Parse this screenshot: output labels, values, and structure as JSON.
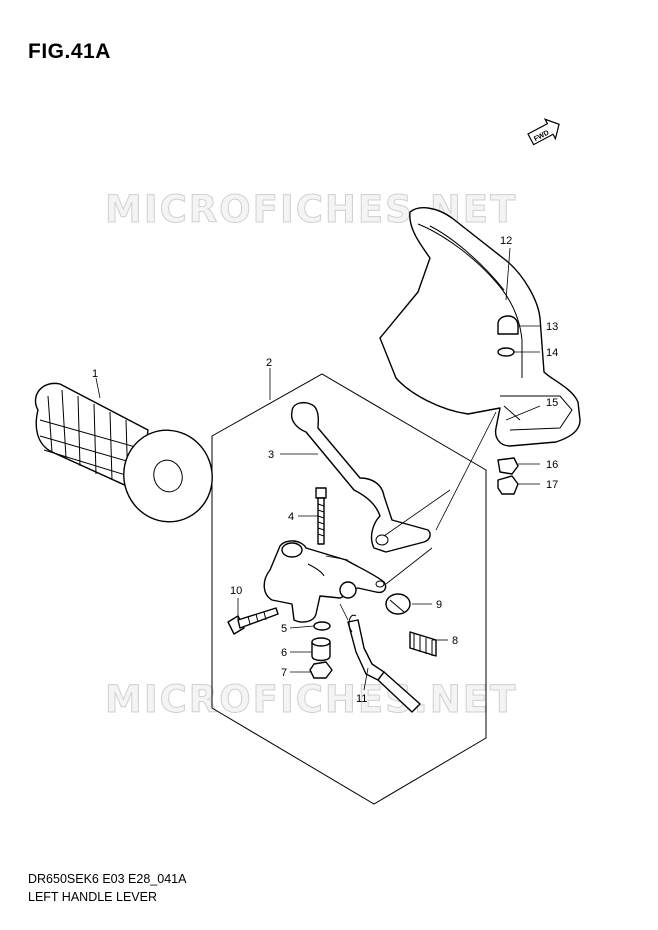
{
  "figure": {
    "title": "FIG.41A",
    "diagram_code": "DR650SEK6 E03 E28_041A",
    "diagram_name": "LEFT HANDLE LEVER",
    "fwd_label": "FWD",
    "watermark": "MICROFICHES.NET"
  },
  "parts": [
    {
      "ref": "1"
    },
    {
      "ref": "2"
    },
    {
      "ref": "3"
    },
    {
      "ref": "4"
    },
    {
      "ref": "5"
    },
    {
      "ref": "6"
    },
    {
      "ref": "7"
    },
    {
      "ref": "8"
    },
    {
      "ref": "9"
    },
    {
      "ref": "10"
    },
    {
      "ref": "11"
    },
    {
      "ref": "12"
    },
    {
      "ref": "13"
    },
    {
      "ref": "14"
    },
    {
      "ref": "15"
    },
    {
      "ref": "16"
    },
    {
      "ref": "17"
    }
  ]
}
